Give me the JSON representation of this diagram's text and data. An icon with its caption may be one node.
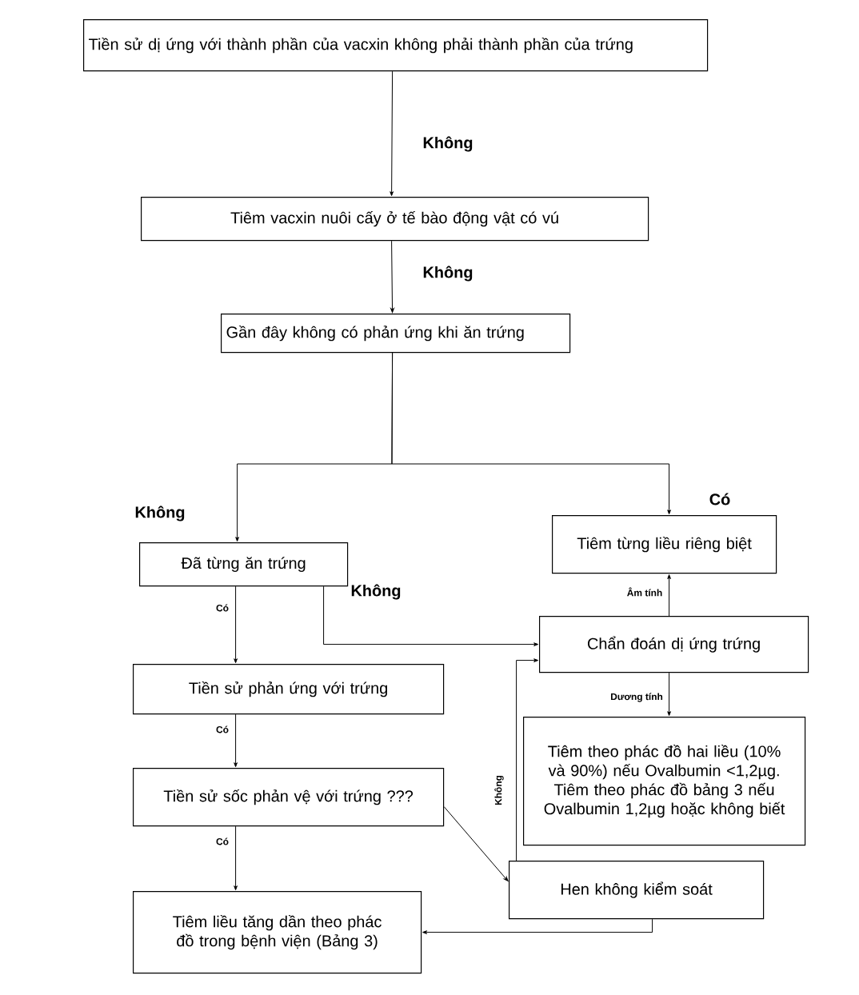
{
  "diagram": {
    "nodes": [
      {
        "text": [
          "Tiền sử dị ứng với thành phần của vacxin không phải thành phần của trứng"
        ]
      },
      {
        "text": [
          "Tiêm vacxin nuôi cấy ở tế bào động vật có vú"
        ]
      },
      {
        "text": [
          "Gần đây không có phản ứng khi ăn trứng"
        ]
      },
      {
        "text": [
          "Đã từng ăn trứng"
        ]
      },
      {
        "text": [
          "Tiêm từng liều riêng biệt"
        ]
      },
      {
        "text": [
          "Chẩn đoán dị ứng trứng"
        ]
      },
      {
        "text": [
          "Tiền sử phản ứng với trứng"
        ]
      },
      {
        "text": [
          "Tiêm theo phác đồ hai liều (10% và 90%) nếu Ovalbumin <1,2µg. Tiêm theo phác đồ bảng 3 nếu Ovalbumin 1,2µg hoặc không biết"
        ]
      },
      {
        "text": [
          "Tiền sử sốc phản vệ với trứng ???"
        ]
      },
      {
        "text": [
          "Hen không kiểm soát"
        ]
      },
      {
        "text": [
          "Tiêm liều tăng dần theo phác đồ trong bệnh viện (Bảng 3)"
        ]
      }
    ],
    "edges": [
      {
        "from": 0,
        "to": 1,
        "arrow": "to",
        "label": "Không"
      },
      {
        "from": 1,
        "to": 2,
        "arrow": "to",
        "label": "Không"
      },
      {
        "from": 2,
        "to": 3,
        "arrow": "to",
        "label": "Không"
      },
      {
        "from": 2,
        "to": 4,
        "arrow": "to",
        "label": "Có"
      },
      {
        "from": 3,
        "to": 6,
        "arrow": "to",
        "label": "Có"
      },
      {
        "from": 3,
        "to": 5,
        "arrow": "to",
        "label": "Không"
      },
      {
        "from": 5,
        "to": 4,
        "arrow": "to",
        "label": "Âm tính"
      },
      {
        "from": 5,
        "to": 7,
        "arrow": "to",
        "label": "Dương tính"
      },
      {
        "from": 6,
        "to": 8,
        "arrow": "to",
        "label": "Có"
      },
      {
        "from": 8,
        "to": 10,
        "arrow": "to",
        "label": "Có"
      },
      {
        "from": 8,
        "to": 9,
        "arrow": "to"
      },
      {
        "from": 9,
        "to": 5,
        "arrow": "to",
        "label": "Không"
      },
      {
        "from": 9,
        "to": 10,
        "arrow": "to"
      }
    ]
  }
}
